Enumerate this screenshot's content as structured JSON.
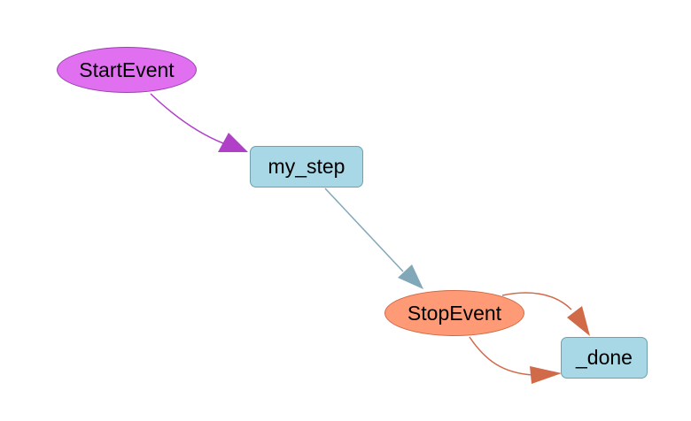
{
  "nodes": {
    "start": {
      "label": "StartEvent",
      "fill": "#e070f0",
      "stroke": "#9a40b0"
    },
    "my_step": {
      "label": "my_step",
      "fill": "#a8d8e6",
      "stroke": "#6fa0ad"
    },
    "stop": {
      "label": "StopEvent",
      "fill": "#ff9a77",
      "stroke": "#d06a48"
    },
    "done": {
      "label": "_done",
      "fill": "#a8d8e6",
      "stroke": "#6fa0ad"
    }
  },
  "edges": [
    {
      "from": "StartEvent",
      "to": "my_step",
      "color": "#b040c8"
    },
    {
      "from": "my_step",
      "to": "StopEvent",
      "color": "#80a8b8"
    },
    {
      "from": "StopEvent",
      "to": "_done",
      "color": "#d06a48"
    },
    {
      "from": "StopEvent",
      "to": "_done",
      "color": "#d06a48"
    }
  ]
}
